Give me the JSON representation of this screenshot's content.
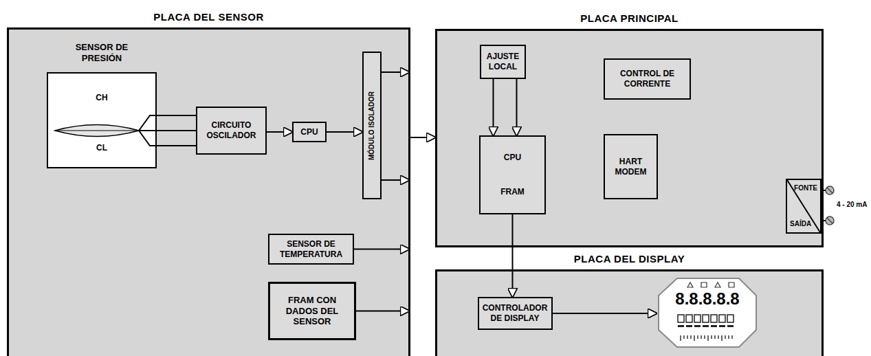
{
  "diagram": {
    "nodes": [
      {
        "text": [
          "PLACA DEL SENSOR"
        ]
      },
      {
        "text": [
          "SENSOR DE PRESIÓN",
          "CH",
          "CL"
        ],
        "in": 0
      },
      {
        "text": [
          "CIRCUITO OSCILADOR"
        ],
        "in": 0
      },
      {
        "text": [
          "CPU"
        ],
        "in": 0
      },
      {
        "text": [
          "MÓDULO ISOLADOR"
        ],
        "in": 0
      },
      {
        "text": [
          "SENSOR DE TEMPERATURA"
        ],
        "in": 0
      },
      {
        "text": [
          "FRAM CON DADOS DEL SENSOR"
        ],
        "in": 0
      },
      {
        "text": [
          "PLACA PRINCIPAL"
        ]
      },
      {
        "text": [
          "AJUSTE LOCAL"
        ],
        "in": 7
      },
      {
        "text": [
          "CONTROL DE CORRENTE"
        ],
        "in": 7
      },
      {
        "text": [
          "CPU",
          "FRAM"
        ],
        "in": 7
      },
      {
        "text": [
          "HART MODEM"
        ],
        "in": 7
      },
      {
        "text": [
          "FONTE",
          "SAÍDA"
        ],
        "in": 7
      },
      {
        "text": [
          "PLACA DEL DISPLAY"
        ]
      },
      {
        "text": [
          "CONTROLADOR DE DISPLAY"
        ],
        "in": 13
      }
    ],
    "edges": [
      {
        "from": 1,
        "to": 2,
        "arrow": "none"
      },
      {
        "from": 2,
        "to": 3,
        "arrow": "to"
      },
      {
        "from": 3,
        "to": 4,
        "arrow": "to"
      },
      {
        "from": 0,
        "to": 7,
        "arrow": "to"
      },
      {
        "from": 8,
        "to": 10,
        "arrow": "to"
      },
      {
        "from": 8,
        "to": 10,
        "arrow": "to"
      },
      {
        "from": 10,
        "to": 14,
        "arrow": "to"
      }
    ],
    "labels": [
      "4 - 20 mA",
      "8.8.8.8.8"
    ]
  }
}
